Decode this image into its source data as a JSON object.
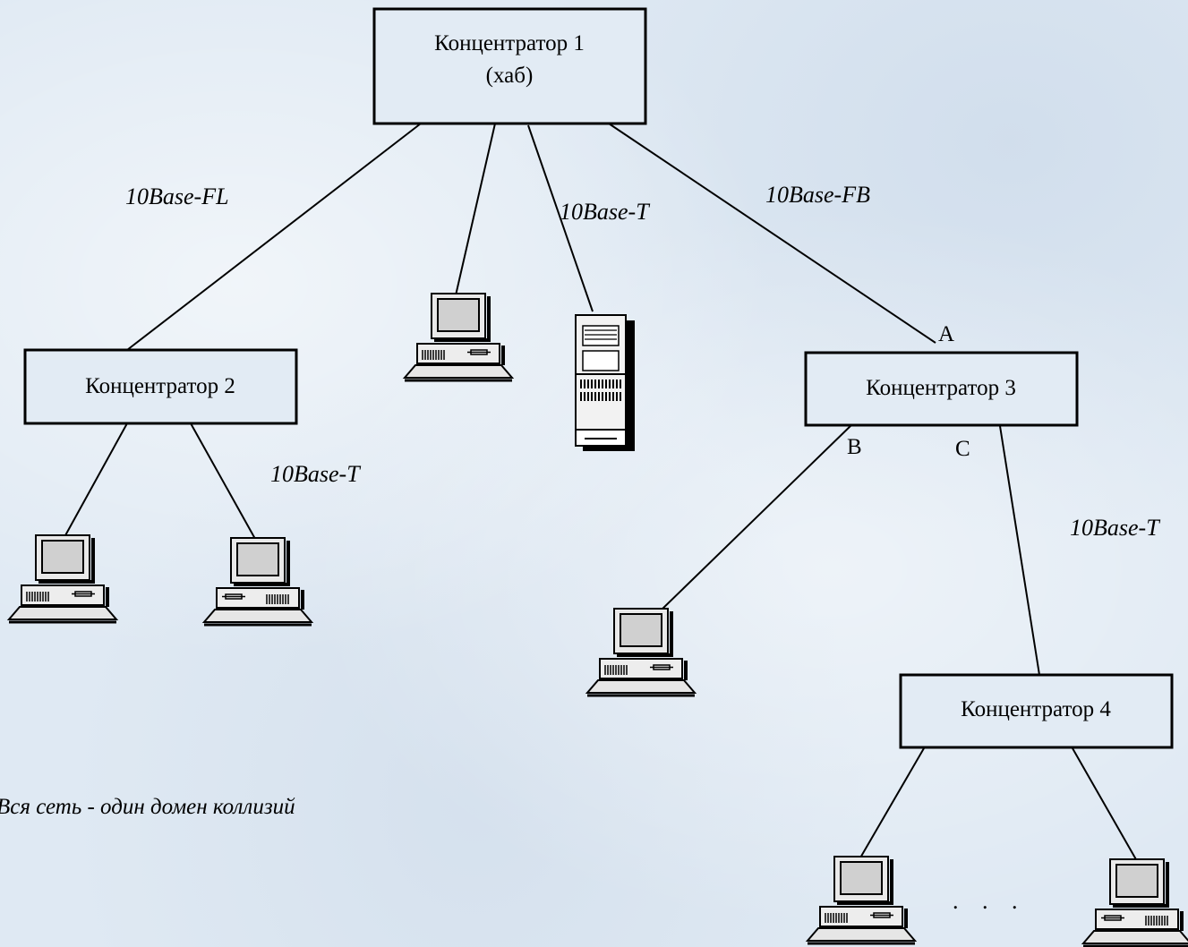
{
  "hubs": {
    "hub1": {
      "line1": "Концентратор 1",
      "line2": "(хаб)"
    },
    "hub2": {
      "label": "Концентратор 2"
    },
    "hub3": {
      "label": "Концентратор 3"
    },
    "hub4": {
      "label": "Концентратор 4"
    }
  },
  "cables": {
    "hub1_hub2": "10Base-FL",
    "hub1_server": "10Base-T",
    "hub1_hub3": "10Base-FB",
    "hub2_pcs": "10Base-T",
    "hub3_hub4": "10Base-T"
  },
  "ports": {
    "a": "A",
    "b": "B",
    "c": "C"
  },
  "note": "Вся сеть - один домен коллизий",
  "ellipsis": ". . .",
  "icons": {
    "workstation": "desktop-computer-icon",
    "server": "tower-server-icon"
  }
}
